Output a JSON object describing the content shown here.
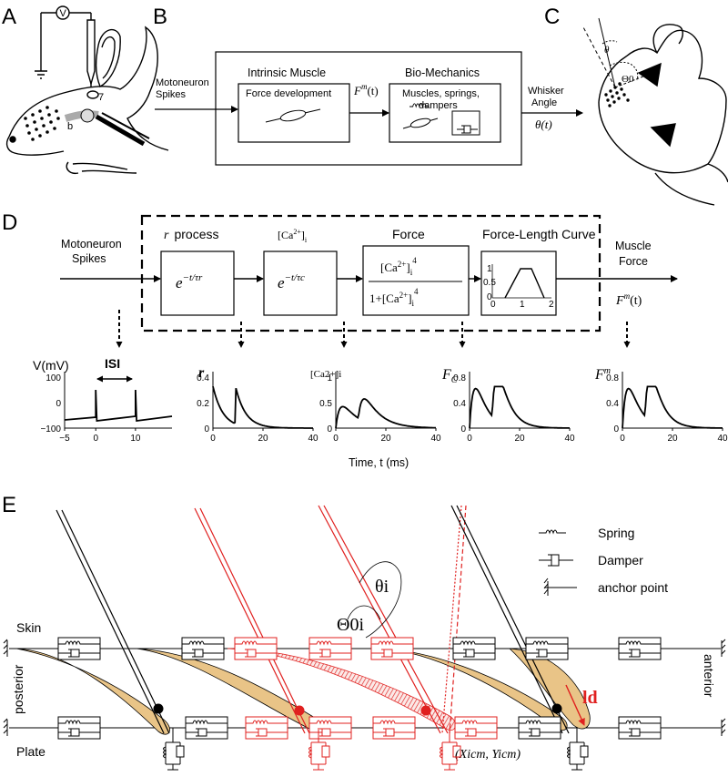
{
  "panels": {
    "a": "A",
    "b": "B",
    "c": "C",
    "d": "D",
    "e": "E"
  },
  "panel_a": {
    "voltmeter": "V"
  },
  "panel_b": {
    "input": [
      "Motoneuron",
      "Spikes"
    ],
    "muscle_title": "Intrinsic Muscle",
    "force_dev": "Force development",
    "fm": "F",
    "fm_sup": "m",
    "fm_arg": "(t)",
    "bio_title": "Bio-Mechanics",
    "bio_desc": [
      "Muscles, springs,",
      "dampers"
    ],
    "output": [
      "Whisker",
      "Angle"
    ],
    "theta": "θ(t)"
  },
  "panel_c": {
    "theta": "θ",
    "theta0": "Θ0"
  },
  "panel_d": {
    "input": [
      "Motoneuron",
      "Spikes"
    ],
    "r_title": "process",
    "r_sym": "r",
    "ca_title": "[Ca2+]i",
    "force_title": "Force",
    "flc_title": "Force-Length Curve",
    "output": [
      "Muscle",
      "Force"
    ],
    "fm_out": "F",
    "fm_sup": "m",
    "fm_arg": "(t)",
    "exp_r": "e",
    "exp_r_sup": "−t/τr",
    "exp_c": "e",
    "exp_c_sup": "−t/τc",
    "frac_num": "[Ca2+]i4",
    "frac_den": "1+[Ca2+]i4",
    "flc_ticks": {
      "x": [
        "0",
        "1",
        "2"
      ],
      "y": [
        "0",
        "0.5",
        "1"
      ]
    },
    "time_axis_label": "Time, t (ms)"
  },
  "mini_plots": [
    {
      "ylabel": "V(mV)",
      "annotation": "ISI",
      "yticks": [
        "100",
        "0",
        "−100"
      ],
      "xticks": [
        "−5",
        "0",
        "10"
      ]
    },
    {
      "ylabel": "r",
      "yticks": [
        "0.4",
        "0.2",
        "0"
      ],
      "xticks": [
        "0",
        "20",
        "40"
      ]
    },
    {
      "ylabel": "[Ca2+]i",
      "yticks": [
        "1",
        "0.5",
        "0"
      ],
      "xticks": [
        "0",
        "20",
        "40"
      ]
    },
    {
      "ylabel": "F",
      "ylabel_sub": "C",
      "yticks": [
        "0.8",
        "0.4",
        "0"
      ],
      "xticks": [
        "0",
        "20",
        "40"
      ]
    },
    {
      "ylabel": "F",
      "ylabel_sup": "m",
      "yticks": [
        "0.8",
        "0.4",
        "0"
      ],
      "xticks": [
        "0",
        "20",
        "40"
      ]
    }
  ],
  "panel_e": {
    "legend": [
      "Spring",
      "Damper",
      "anchor point"
    ],
    "skin": "Skin",
    "plate": "Plate",
    "posterior": "posterior",
    "anterior": "anterior",
    "theta_i": "θi",
    "theta_0i": "Θ0i",
    "ld": "ld",
    "cm": "(Xicm, Yicm)"
  },
  "colors": {
    "red": "#e0201f",
    "tan": "#e9c487",
    "black": "#000000"
  }
}
